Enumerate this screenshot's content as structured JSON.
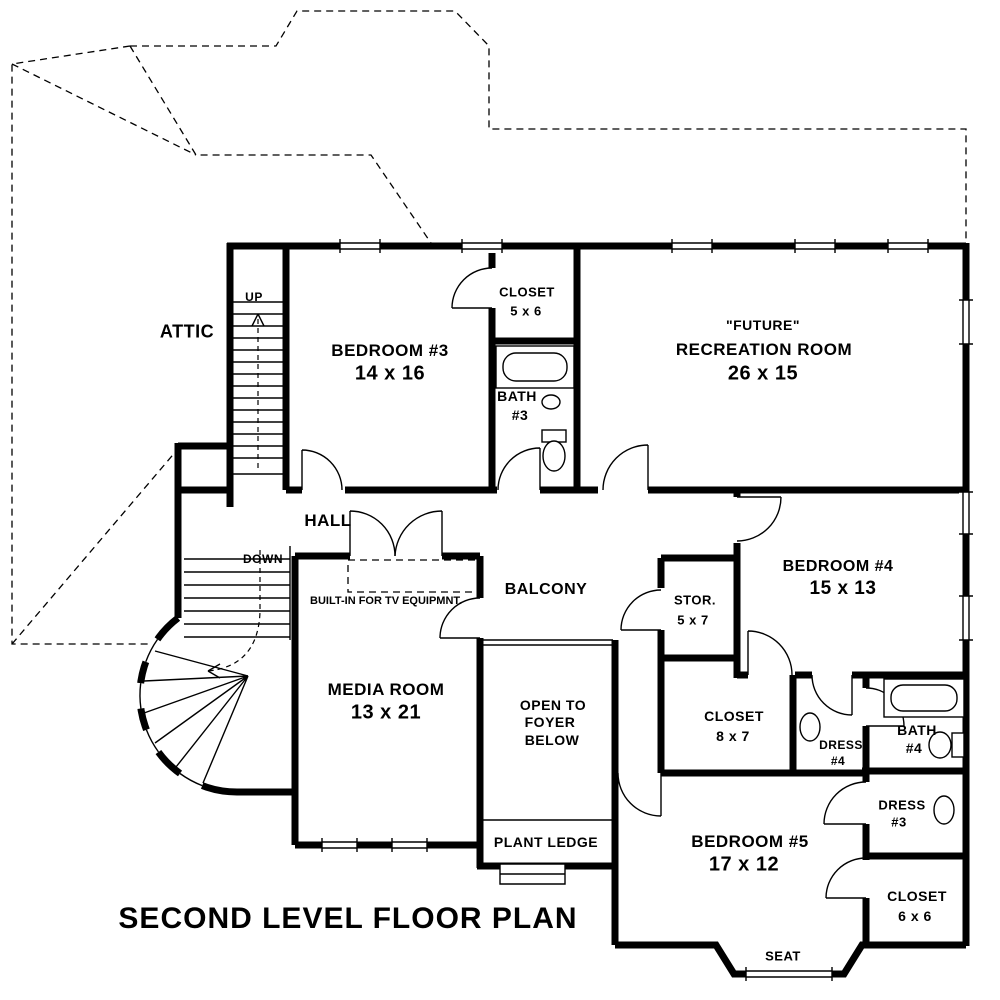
{
  "title": "SECOND LEVEL FLOOR PLAN",
  "colors": {
    "line": "#000000",
    "background": "#ffffff"
  },
  "stairs": {
    "up": "UP",
    "down": "DOWN"
  },
  "rooms": {
    "attic": {
      "name": "ATTIC"
    },
    "bedroom3": {
      "name": "BEDROOM #3",
      "dims": "14 x 16"
    },
    "closet3": {
      "name": "CLOSET",
      "dims": "5 x 6"
    },
    "bath3": {
      "name": "BATH",
      "num": "#3"
    },
    "recreation": {
      "qualifier": "\"FUTURE\"",
      "name": "RECREATION ROOM",
      "dims": "26 x 15"
    },
    "hall": {
      "name": "HALL"
    },
    "built_in": {
      "name": "BUILT-IN FOR TV EQUIPMNT."
    },
    "balcony": {
      "name": "BALCONY"
    },
    "media": {
      "name": "MEDIA ROOM",
      "dims": "13 x 21"
    },
    "open_to_foyer": {
      "line1": "OPEN TO",
      "line2": "FOYER",
      "line3": "BELOW"
    },
    "stor": {
      "name": "STOR.",
      "dims": "5 x 7"
    },
    "bedroom4": {
      "name": "BEDROOM #4",
      "dims": "15 x 13"
    },
    "closet4": {
      "name": "CLOSET",
      "dims": "8 x 7"
    },
    "dress4": {
      "name": "DRESS",
      "num": "#4"
    },
    "bath4": {
      "name": "BATH",
      "num": "#4"
    },
    "dress3": {
      "name": "DRESS",
      "num": "#3"
    },
    "bedroom5": {
      "name": "BEDROOM #5",
      "dims": "17 x 12"
    },
    "closet6": {
      "name": "CLOSET",
      "dims": "6 x 6"
    },
    "plant_ledge": {
      "name": "PLANT LEDGE"
    },
    "seat": {
      "name": "SEAT"
    }
  }
}
